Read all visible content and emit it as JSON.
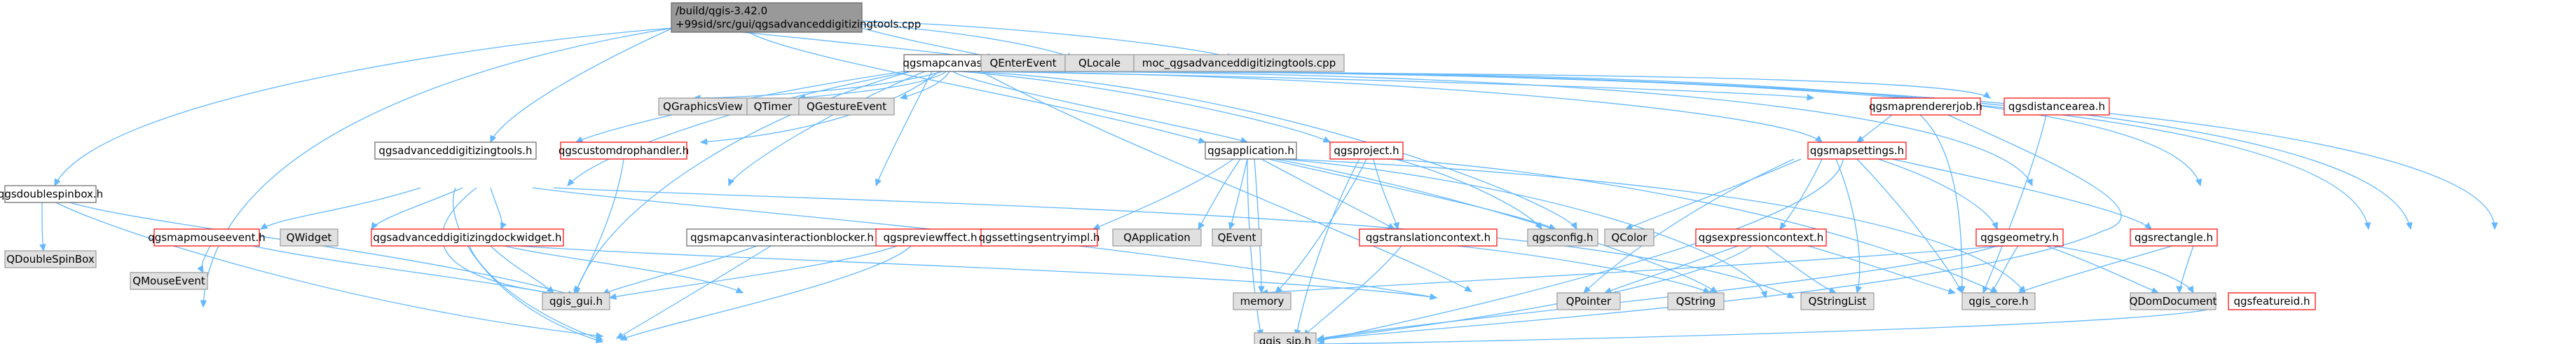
{
  "root_label": [
    "/build/qgis-3.42.0",
    "+99sid/src/gui/qgsadvanceddigitizingtools.cpp"
  ],
  "nodes": {
    "qgsmapcanvas_h": "qgsmapcanvas.h",
    "qenterevent": "QEnterEvent",
    "qlocale": "QLocale",
    "moc_cpp": "moc_qgsadvanceddigitizingtools.cpp",
    "qgsadvanceddigitizingtools_h": "qgsadvanceddigitizingtools.h",
    "qgsdoublespinbox_h": "qgsdoublespinbox.h",
    "qdoublespinbox": "QDoubleSpinBox",
    "qmouseevent": "QMouseEvent",
    "qgsmapmouseevent_h": "qgsmapmouseevent.h",
    "qwidget": "QWidget",
    "qgsadvanceddigitizingdockwidget_h": "qgsadvanceddigitizingdockwidget.h",
    "qgscustomdrophandler_h": "qgscustomdrophandler.h",
    "qgsmapcanvasinteractionblocker_h": "qgsmapcanvasinteractionblocker.h",
    "qgspreviewffect_h": "qgspreviewffect.h",
    "qgraphicsview": "QGraphicsView",
    "qtimer": "QTimer",
    "qgestureevent": "QGestureEvent",
    "qgsapplication_h": "qgsapplication.h",
    "qgssettingsentryimpl_h": "qgssettingsentryimpl.h",
    "qapplication": "QApplication",
    "qevent": "QEvent",
    "qgsproject_h": "qgsproject.h",
    "qgstranslationcontext_h": "qgstranslationcontext.h",
    "qgsconfig_h": "qgsconfig.h",
    "qcolor": "QColor",
    "qgsmaprendererjob_h": "qgsmaprendererjob.h",
    "qgsmapsettings_h": "qgsmapsettings.h",
    "qgsexpressioncontext_h": "qgsexpressioncontext.h",
    "qgsgeometry_h": "qgsgeometry.h",
    "qgsdistancearea_h": "qgsdistancearea.h",
    "qgsrectangle_h": "qgsrectangle.h",
    "qgis_gui_h": "qgis_gui.h",
    "memory": "memory",
    "qpointer": "QPointer",
    "qstring": "QString",
    "qstringlist": "QStringList",
    "qgis_core_h": "qgis_core.h",
    "qdomdocument": "QDomDocument",
    "qgsfeatureid_h": "qgsfeatureid.h",
    "qgis_sip_h": "qgis_sip.h"
  },
  "colors": {
    "edge": "#63b8ff",
    "red_border": "#ff0000",
    "gray_fill": "#e0e0e0",
    "root_fill": "#999999"
  }
}
